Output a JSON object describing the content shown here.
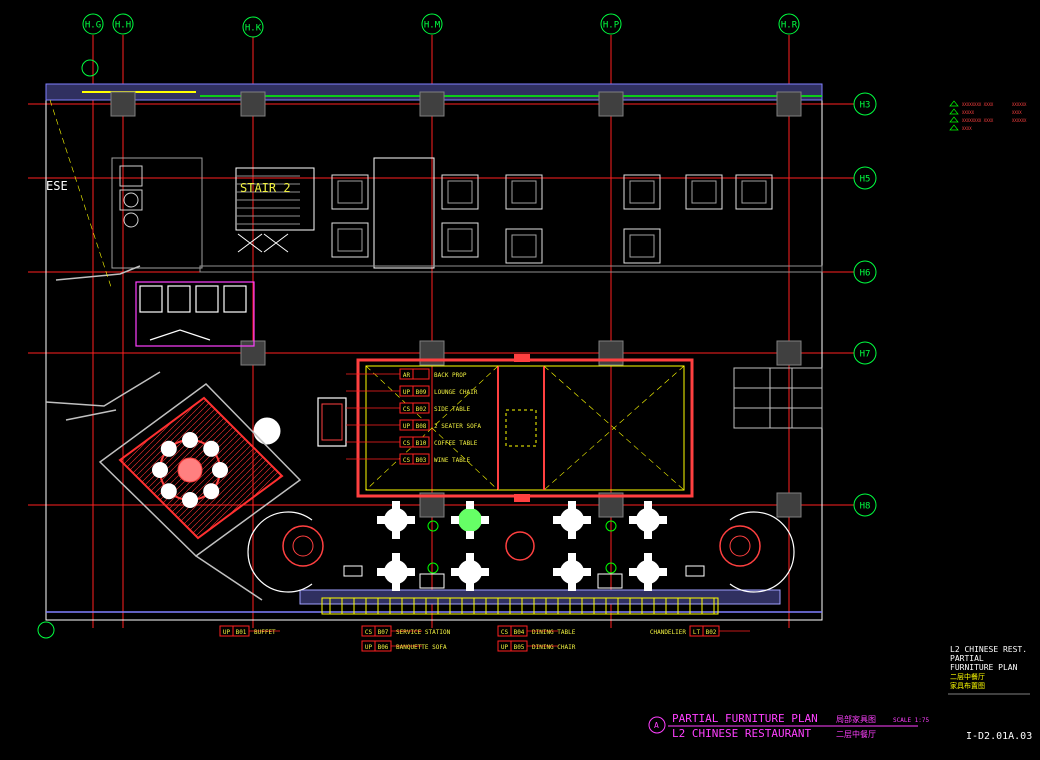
{
  "colors": {
    "grid": "#ff2020",
    "wall": "#c0c0c0",
    "furniture": "#ffffff",
    "bubble": "#00ff40",
    "accent_magenta": "#ff40ff",
    "accent_yellow": "#ffff00",
    "accent_green": "#00ff00",
    "label_yellow": "#f0f040"
  },
  "grid_top": [
    "H.G",
    "H.H",
    "H.K",
    "H.M",
    "H.P",
    "H.R"
  ],
  "grid_right": [
    "H3",
    "H5",
    "H6",
    "H7",
    "H8"
  ],
  "stair_label": "STAIR 2",
  "partial_text": "ESE",
  "tags": [
    {
      "code": "AR",
      "num": "",
      "desc": "BACK PROP"
    },
    {
      "code": "UP",
      "num": "B09",
      "desc": "LOUNGE CHAIR"
    },
    {
      "code": "CS",
      "num": "B02",
      "desc": "SIDE TABLE"
    },
    {
      "code": "UP",
      "num": "B08",
      "desc": "2 SEATER SOFA"
    },
    {
      "code": "CS",
      "num": "B10",
      "desc": "COFFEE TABLE"
    },
    {
      "code": "CS",
      "num": "B03",
      "desc": "WINE TABLE"
    }
  ],
  "bottom_tags": [
    {
      "code": "UP",
      "num": "B01",
      "desc": "BUFFET"
    },
    {
      "code": "CS",
      "num": "B07",
      "desc": "SERVICE STATION"
    },
    {
      "code": "UP",
      "num": "B06",
      "desc": "BANQUETTE SOFA"
    },
    {
      "code": "CS",
      "num": "B04",
      "desc": "DINING TABLE"
    },
    {
      "code": "UP",
      "num": "B05",
      "desc": "DINING CHAIR"
    },
    {
      "code": "LT",
      "num": "B02",
      "desc": "CHANDELIER"
    }
  ],
  "legend": [
    {
      "text": "XXXXXXXX XXXX",
      "value": "XXXXXX"
    },
    {
      "text": "XXXXX",
      "value": "XXXX"
    },
    {
      "text": "XXXXXXXX XXXX",
      "value": "XXXXXX"
    },
    {
      "text": "XXXX",
      "value": ""
    }
  ],
  "titleblock": {
    "line1": "L2 CHINESE REST.",
    "line2": "PARTIAL",
    "line3": "FURNITURE PLAN",
    "line4": "二层中餐厅",
    "line5": "家具布置图",
    "drawing_number": "I-D2.01A.03"
  },
  "title": {
    "marker": "A",
    "line1": "PARTIAL FURNITURE PLAN",
    "line1_cn": "局部家具图",
    "line2": "L2 CHINESE RESTAURANT",
    "line2_cn": "二层中餐厅",
    "scale": "SCALE 1:75"
  }
}
